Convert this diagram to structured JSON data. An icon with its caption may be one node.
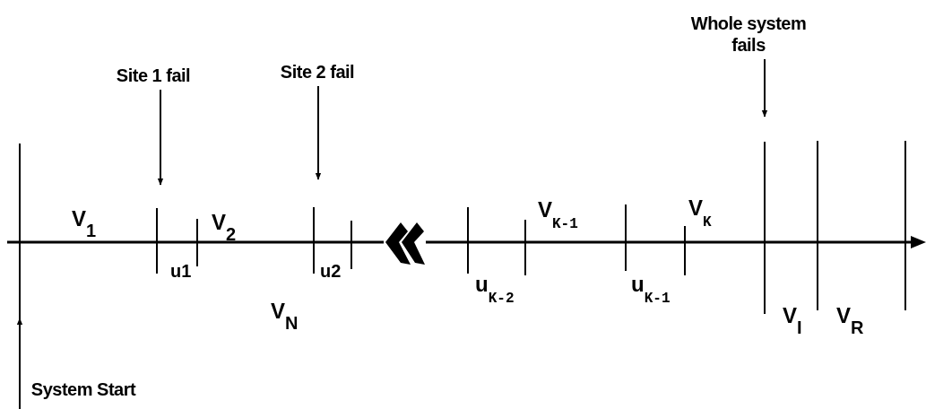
{
  "diagram": {
    "nodes": [
      {
        "text": [
          "Site 1 fail"
        ]
      },
      {
        "text": [
          "Site 2 fail"
        ]
      },
      {
        "text": [
          "Whole system fails"
        ]
      },
      {
        "text": [
          "System Start"
        ]
      }
    ],
    "edges": [
      {
        "from": 0,
        "to": null,
        "arrow": "to"
      },
      {
        "from": 1,
        "to": null,
        "arrow": "to"
      },
      {
        "from": 2,
        "to": null,
        "arrow": "to"
      },
      {
        "from": 3,
        "to": null,
        "arrow": "to"
      }
    ],
    "labels": [
      "V$_{1}$",
      "V$_{2}$",
      "V$_{K-1}$",
      "V$_{K}$",
      "u1",
      "u2",
      "u$_{K-2}$",
      "u$_{K-1}$",
      "V$_{N}$",
      "V$_{I}$",
      "V$_{R}$"
    ]
  }
}
